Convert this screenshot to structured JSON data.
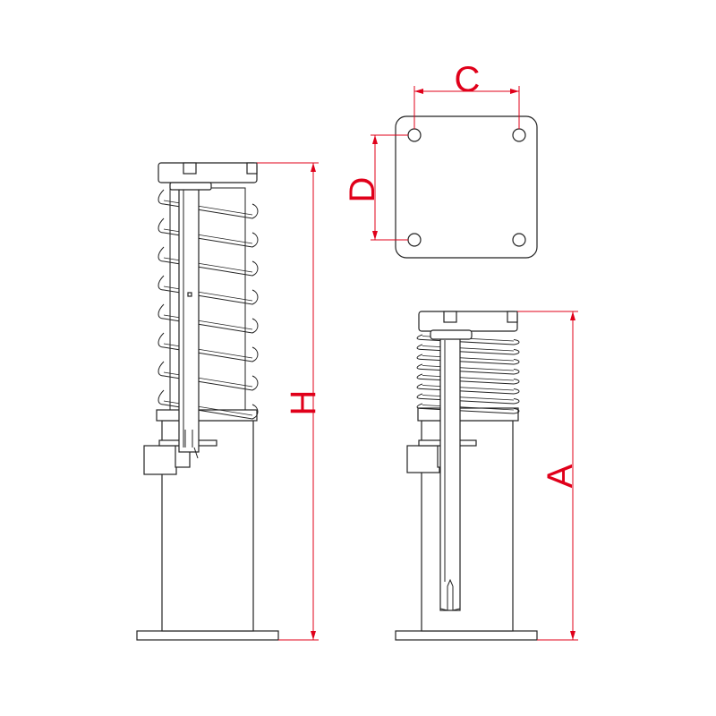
{
  "colors": {
    "dimension": "#e0001a",
    "outline": "#222222",
    "background": "#ffffff"
  },
  "dimensions": {
    "H": "H",
    "A": "A",
    "C": "C",
    "D": "D"
  }
}
